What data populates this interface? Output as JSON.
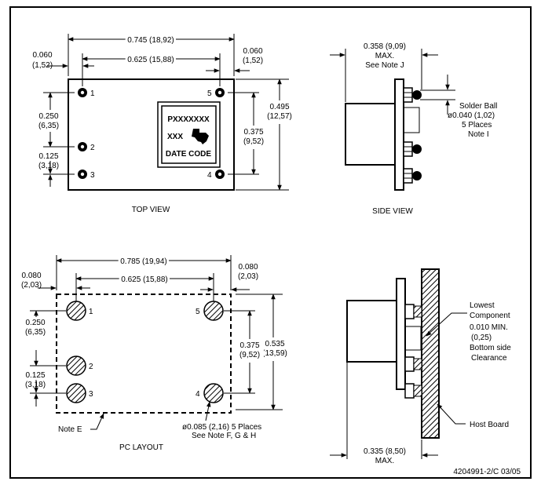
{
  "top_view": {
    "caption": "TOP VIEW",
    "dim_width": "0.745 (18,92)",
    "dim_pitch_h": "0.625 (15,88)",
    "dim_left_margin": [
      "0.060",
      "(1,52)"
    ],
    "dim_right_margin": [
      "0.060",
      "(1,52)"
    ],
    "dim_height": [
      "0.495",
      "(12,57)"
    ],
    "dim_pitch_v": [
      "0.375",
      "(9,52)"
    ],
    "dim_pitch_12": [
      "0.250",
      "(6,35)"
    ],
    "dim_pitch_23": [
      "0.125",
      "(3,18)"
    ],
    "pins": [
      "1",
      "2",
      "3",
      "4",
      "5"
    ],
    "marking": [
      "PXXXXXXX",
      "XXX",
      "DATE CODE"
    ]
  },
  "side_view": {
    "caption": "SIDE VIEW",
    "dim_height": [
      "0.358 (9,09)",
      "MAX.",
      "See Note J"
    ],
    "solder_ball": [
      "Solder Ball",
      "ø0.040 (1,02)",
      "5 Places",
      "Note I"
    ]
  },
  "pc_layout": {
    "caption": "PC LAYOUT",
    "dim_width": "0.785 (19,94)",
    "dim_pitch_h": "0.625 (15,88)",
    "dim_left_margin": [
      "0.080",
      "(2,03)"
    ],
    "dim_right_margin": [
      "0.080",
      "(2,03)"
    ],
    "dim_height": [
      "0.535",
      "(13,59)"
    ],
    "dim_pitch_v": [
      "0.375",
      "(9,52)"
    ],
    "dim_pitch_12": [
      "0.250",
      "(6,35)"
    ],
    "dim_pitch_23": [
      "0.125",
      "(3,18)"
    ],
    "pins": [
      "1",
      "2",
      "3",
      "4",
      "5"
    ],
    "note_e": "Note E",
    "pad_note": [
      "ø0.085 (2,16) 5 Places",
      "See Note F, G & H"
    ]
  },
  "mounted_view": {
    "component_note": [
      "Lowest",
      "Component",
      "0.010 MIN.",
      "(0,25)",
      "Bottom side",
      "Clearance"
    ],
    "host_board": "Host Board",
    "dim_height": [
      "0.335 (8,50)",
      "MAX."
    ]
  },
  "drawing_number": "4204991-2/C 03/05"
}
